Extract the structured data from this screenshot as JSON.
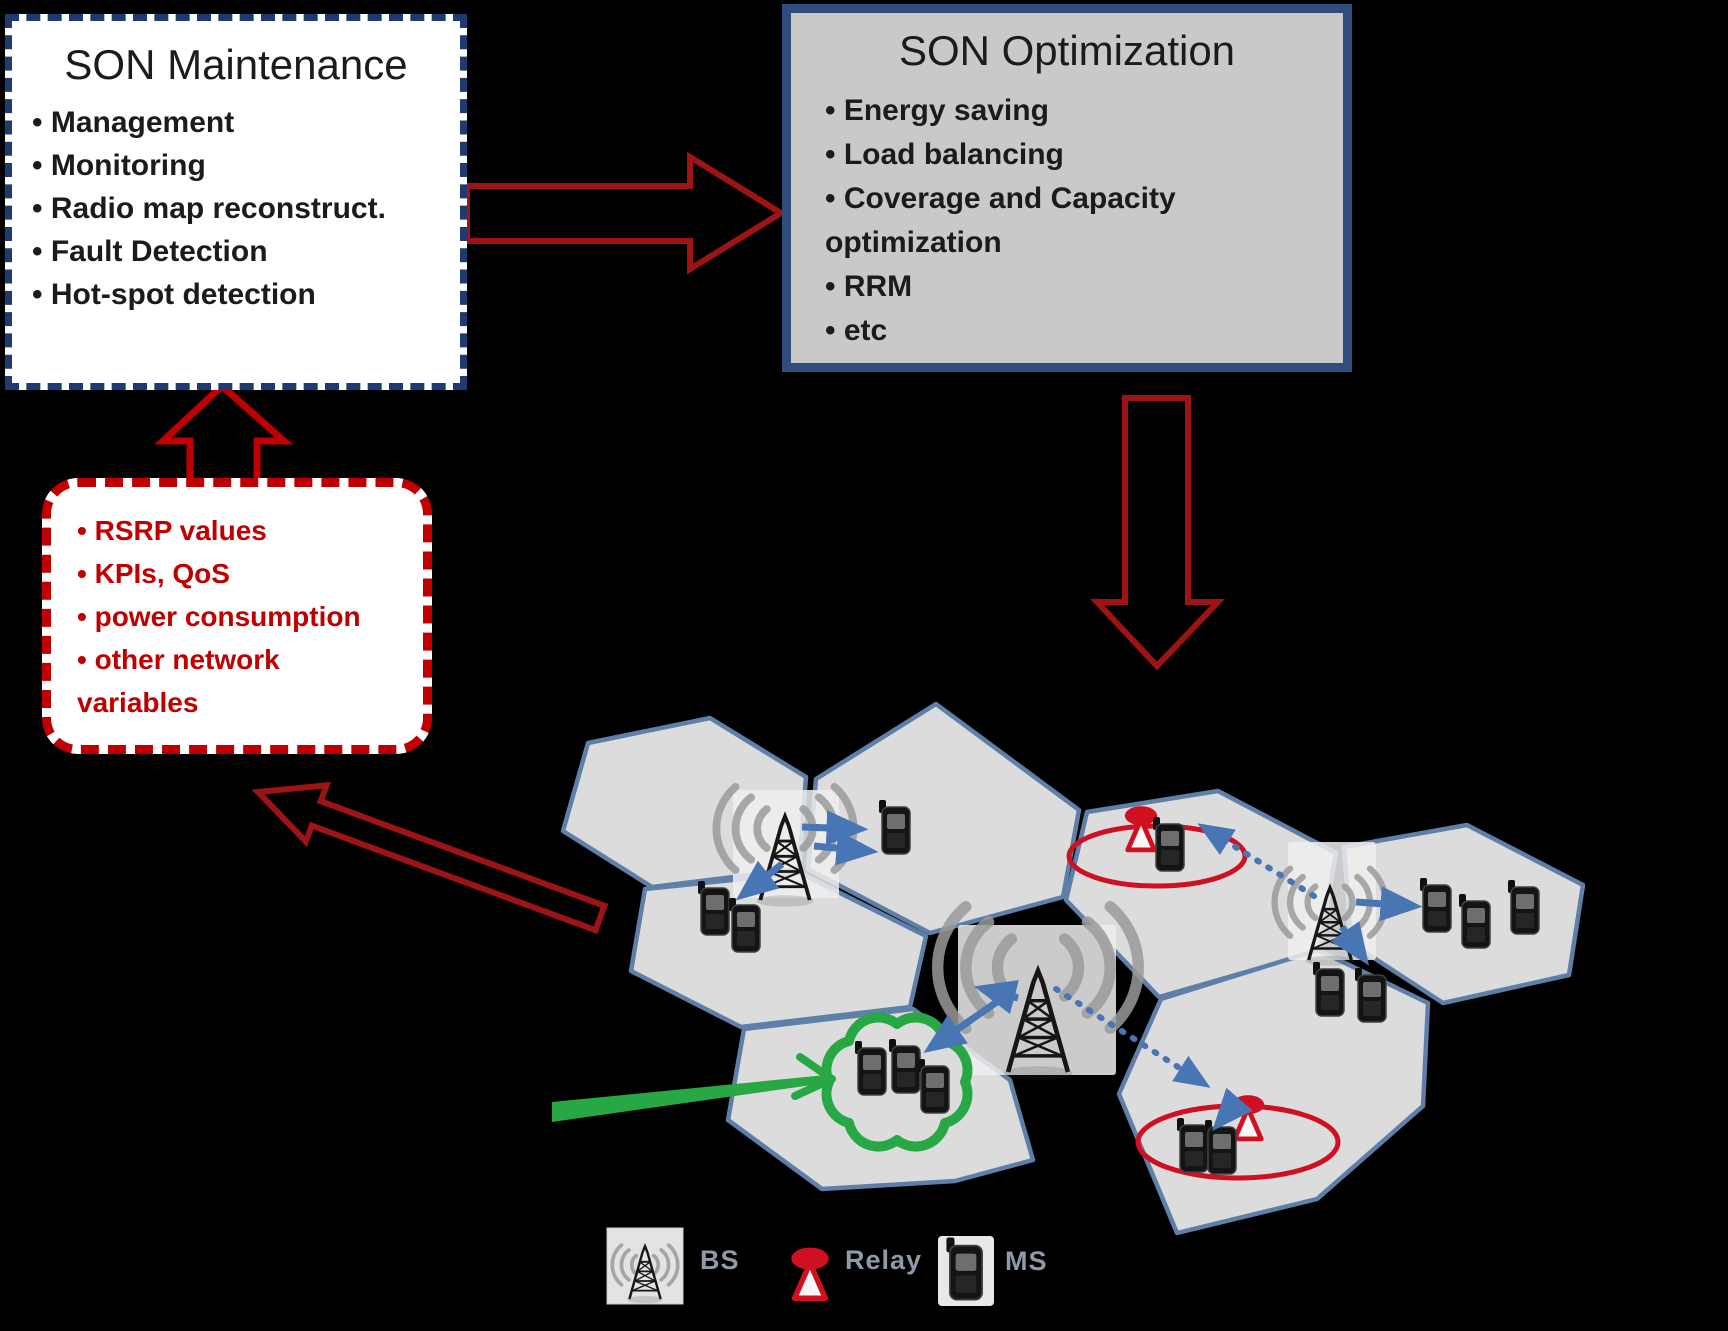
{
  "maintenance_box": {
    "title": "SON Maintenance",
    "items": [
      "Management",
      "Monitoring",
      "Radio map reconstruct.",
      "Fault Detection",
      "Hot-spot detection"
    ]
  },
  "optimization_box": {
    "title": "SON Optimization",
    "items": [
      "Energy saving",
      "Load balancing",
      "Coverage and Capacity optimization",
      "RRM",
      "etc"
    ]
  },
  "measurements_box": {
    "items": [
      "RSRP values",
      "KPIs, QoS",
      "power consumption",
      "other network variables"
    ]
  },
  "legend": {
    "bs_label": "BS",
    "relay_label": "Relay",
    "ms_label": "MS",
    "bs_icon": "radio-tower-with-waves-icon",
    "relay_icon": "red-relay-tower-icon",
    "ms_icon": "mobile-phone-icon"
  },
  "colors": {
    "background": "#000000",
    "maintenance_border": "#1f3a70",
    "optimization_border": "#2f4e7d",
    "optimization_bg": "#c9c9c9",
    "box_bg": "#ffffff",
    "text_dark": "#1b1b1b",
    "red_accent": "#c00000",
    "dark_red": "#9e1414",
    "blue_arrow": "#4876b4",
    "hex_border": "#5e7fa8",
    "hex_fill": "#dcdcdc",
    "green_accent": "#27a844",
    "relay_red": "#cf1020",
    "legend_text": "#8f9aa8",
    "wave_gray": "#9b9b9b"
  }
}
